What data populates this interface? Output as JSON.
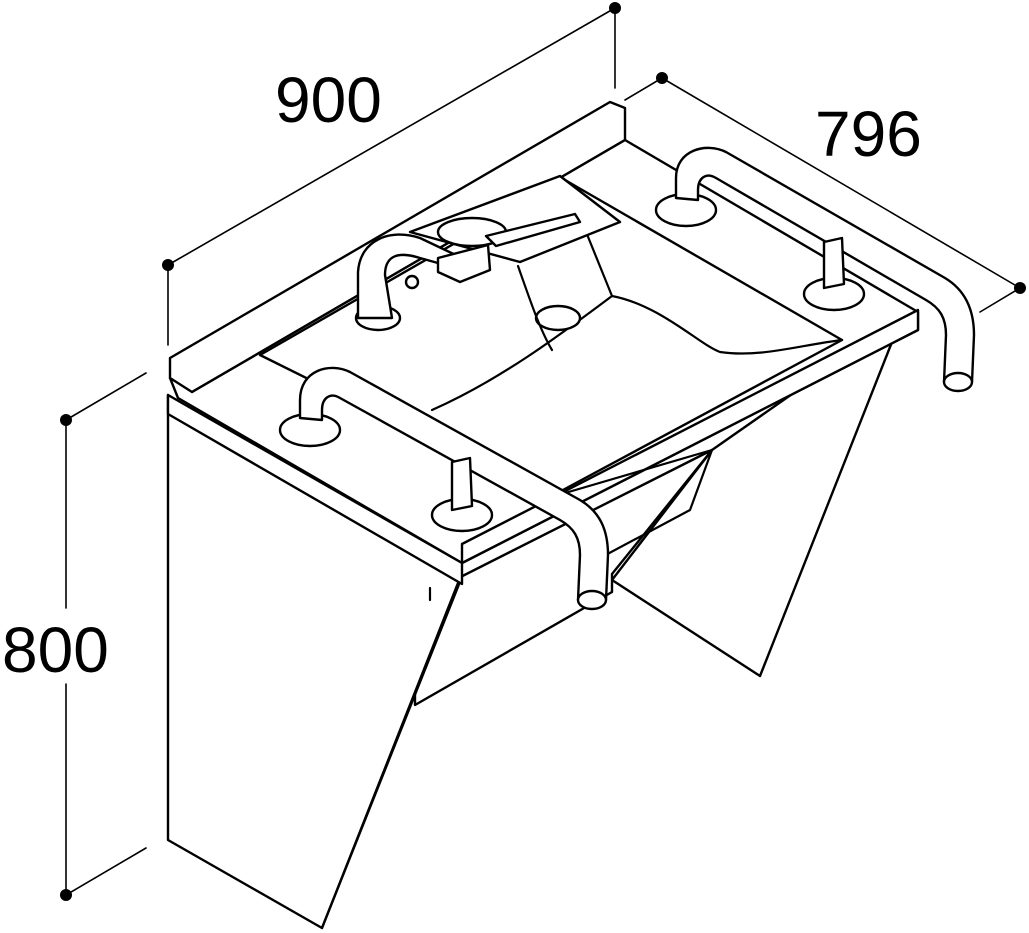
{
  "dimensions": {
    "width": {
      "label": "900"
    },
    "depth": {
      "label": "796"
    },
    "height": {
      "label": "800"
    }
  },
  "colors": {
    "line": "#000000",
    "background": "#ffffff"
  }
}
